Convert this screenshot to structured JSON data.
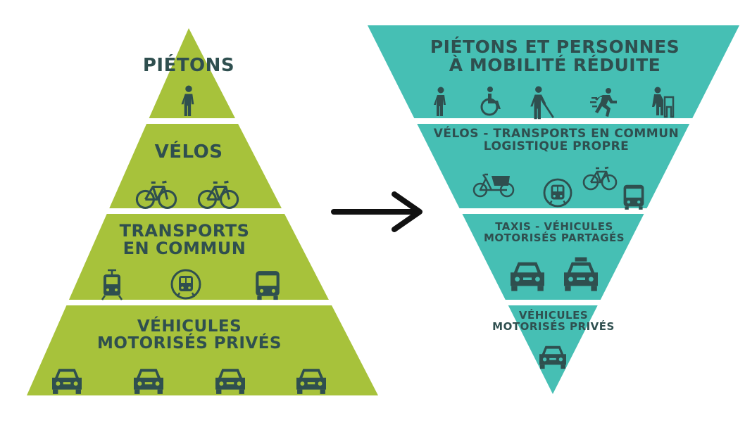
{
  "colors": {
    "pyramid": "#a7c23b",
    "inverted": "#46bfb4",
    "icon": "#2f4f4f",
    "arrow": "#111111",
    "background": "#ffffff"
  },
  "left_pyramid": {
    "levels": [
      {
        "lines": [
          "PIÉTONS"
        ],
        "icons": [
          "pedestrian-icon"
        ]
      },
      {
        "lines": [
          "VÉLOS"
        ],
        "icons": [
          "bicycle-icon",
          "bicycle-icon"
        ]
      },
      {
        "lines": [
          "TRANSPORTS",
          "EN COMMUN"
        ],
        "icons": [
          "tram-icon",
          "metro-icon",
          "bus-icon"
        ]
      },
      {
        "lines": [
          "VÉHICULES",
          "MOTORISÉS PRIVÉS"
        ],
        "icons": [
          "car-icon",
          "car-icon",
          "car-icon",
          "car-icon"
        ]
      }
    ]
  },
  "arrow": {
    "icon": "arrow-right-icon"
  },
  "right_pyramid": {
    "levels": [
      {
        "lines": [
          "PIÉTONS ET PERSONNES",
          "À MOBILITÉ RÉDUITE"
        ],
        "icons": [
          "pedestrian-icon",
          "wheelchair-icon",
          "blind-person-icon",
          "runner-icon",
          "walker-icon"
        ]
      },
      {
        "lines": [
          "VÉLOS - TRANSPORTS EN COMMUN",
          "LOGISTIQUE PROPRE"
        ],
        "icons": [
          "cargo-bike-icon",
          "metro-icon",
          "bicycle-icon",
          "bus-icon"
        ]
      },
      {
        "lines": [
          "TAXIS - VÉHICULES",
          "MOTORISÉS PARTAGÉS"
        ],
        "icons": [
          "car-icon",
          "taxi-icon"
        ]
      },
      {
        "lines": [
          "VÉHICULES",
          "MOTORISÉS PRIVÉS"
        ],
        "icons": [
          "car-icon"
        ]
      }
    ]
  }
}
